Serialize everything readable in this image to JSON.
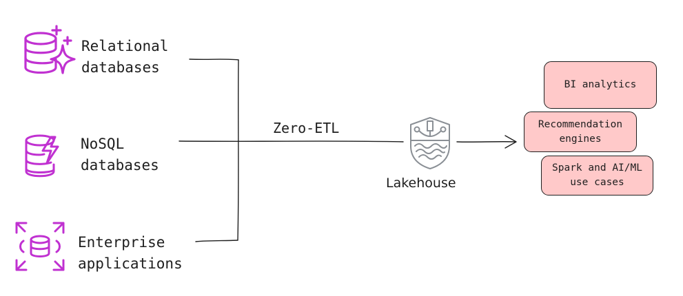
{
  "sources": [
    {
      "line1": "Relational",
      "line2": "databases",
      "icon": "database-sparkle-icon"
    },
    {
      "line1": "NoSQL",
      "line2": "databases",
      "icon": "database-lightning-icon"
    },
    {
      "line1": "Enterprise",
      "line2": "applications",
      "icon": "expand-database-icon"
    }
  ],
  "edge_label": "Zero-ETL",
  "hub": {
    "label": "Lakehouse",
    "icon": "lakehouse-icon"
  },
  "use_cases": [
    {
      "line1": "BI analytics",
      "line2": ""
    },
    {
      "line1": "Recommendation",
      "line2": "engines"
    },
    {
      "line1": "Spark and AI/ML",
      "line2": "use cases"
    }
  ],
  "colors": {
    "icon": "#c031d1",
    "ink": "#1e1e1e",
    "hub_icon": "#8a8f95",
    "box_fill": "#ffc9c9"
  }
}
